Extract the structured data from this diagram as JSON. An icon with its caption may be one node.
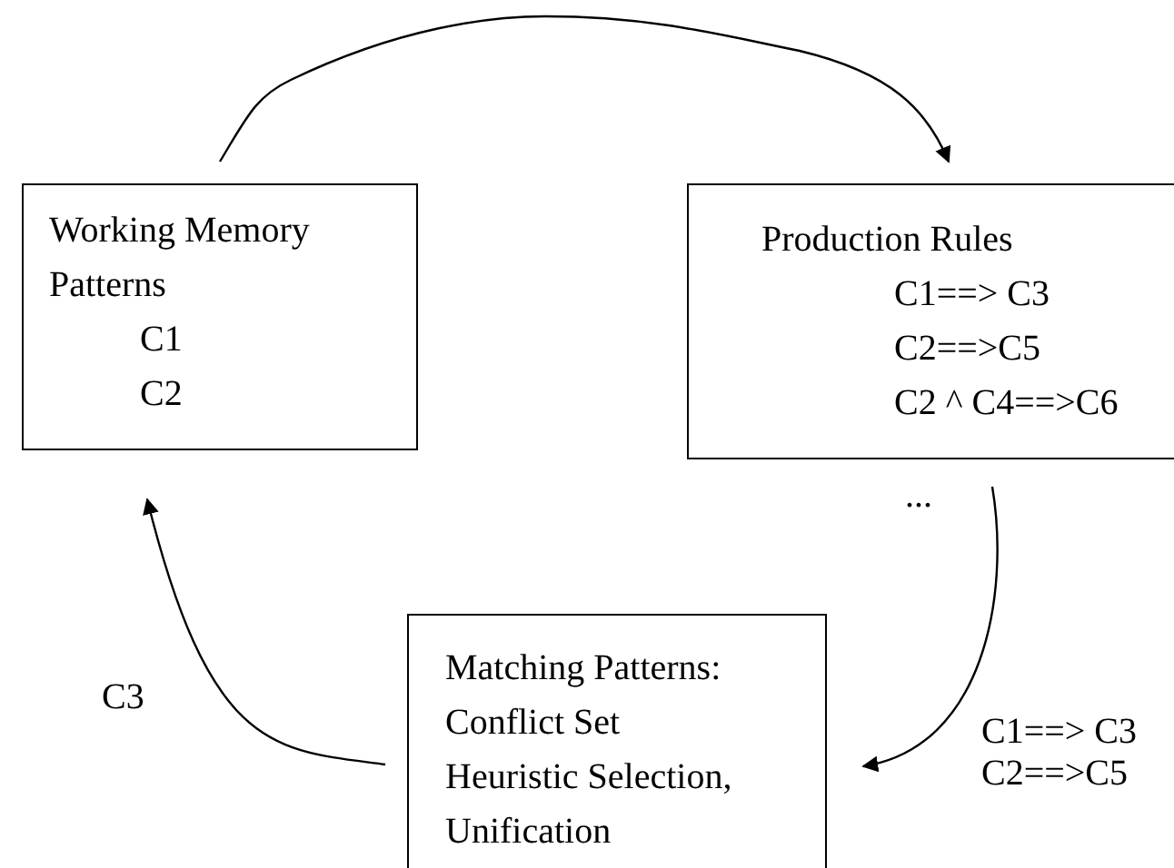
{
  "diagram": {
    "nodes": [
      {
        "text": [
          "Working Memory Patterns",
          "C1",
          "C2"
        ]
      },
      {
        "text": [
          "Production Rules",
          "C1==> C3",
          "C2==>C5",
          "C2 ^ C4==>C6"
        ],
        "beside": [
          "..."
        ]
      },
      {
        "text": [
          "Matching Patterns:",
          "Conflict Set",
          "Heuristic Selection, Unification"
        ]
      }
    ],
    "edges": [
      {
        "from": 0,
        "to": 1,
        "arrow": "to"
      },
      {
        "from": 1,
        "to": 2,
        "arrow": "to",
        "label": "C1==> C3 C2==>C5"
      },
      {
        "from": 2,
        "to": 0,
        "arrow": "to",
        "label": "C3"
      }
    ]
  }
}
